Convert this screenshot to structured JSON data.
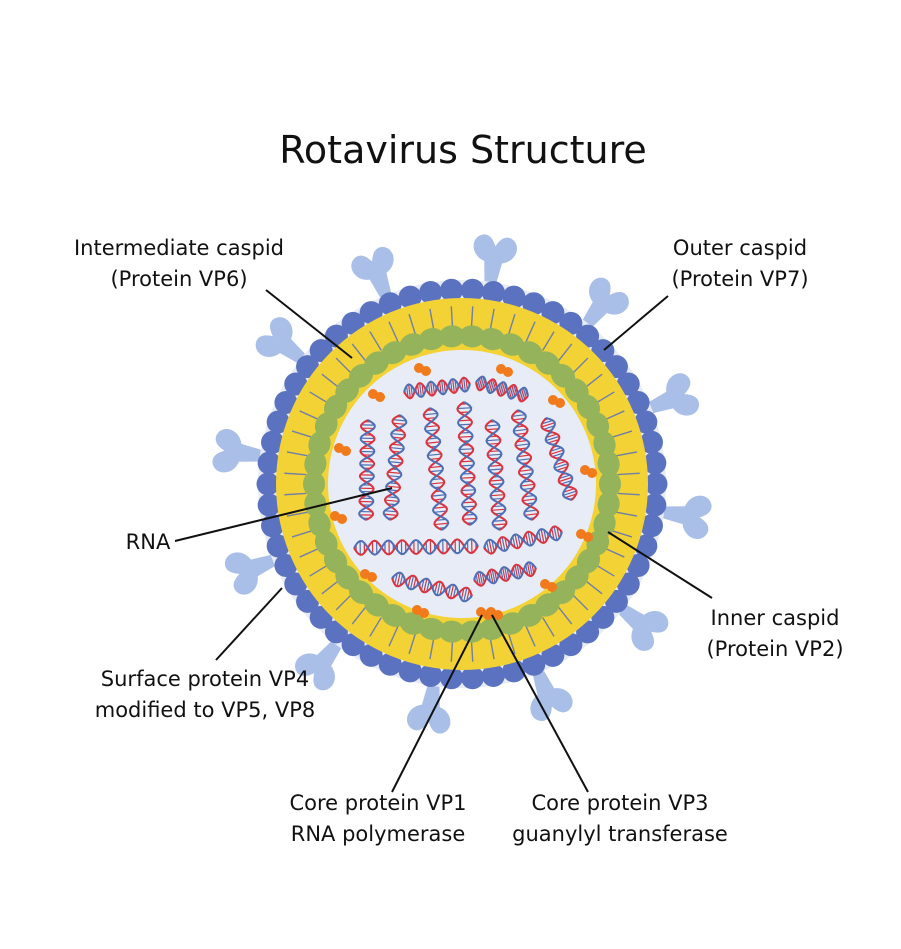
{
  "title": "Rotavirus Structure",
  "labels": {
    "intermediate": {
      "line1": "Intermediate caspid",
      "line2": "(Protein VP6)"
    },
    "outer": {
      "line1": "Outer caspid",
      "line2": "(Protein VP7)"
    },
    "rna": {
      "line1": "RNA"
    },
    "inner": {
      "line1": "Inner  caspid",
      "line2": "(Protein VP2)"
    },
    "surface": {
      "line1": "Surface protein VP4",
      "line2": "modified to VP5, VP8"
    },
    "vp1": {
      "line1": "Core protein VP1",
      "line2": "RNA polymerase"
    },
    "vp3": {
      "line1": "Core protein VP3",
      "line2": "guanylyl transferase"
    }
  },
  "colors": {
    "outer_caspid": "#5b72c0",
    "intermediate_caspid": "#f3d236",
    "inner_caspid": "#95b35a",
    "core": "#e7ecf7",
    "spike": "#a9bfe8",
    "enzyme": "#f07a1c",
    "rna_red": "#d9343f",
    "rna_blue": "#4f6fb5"
  }
}
